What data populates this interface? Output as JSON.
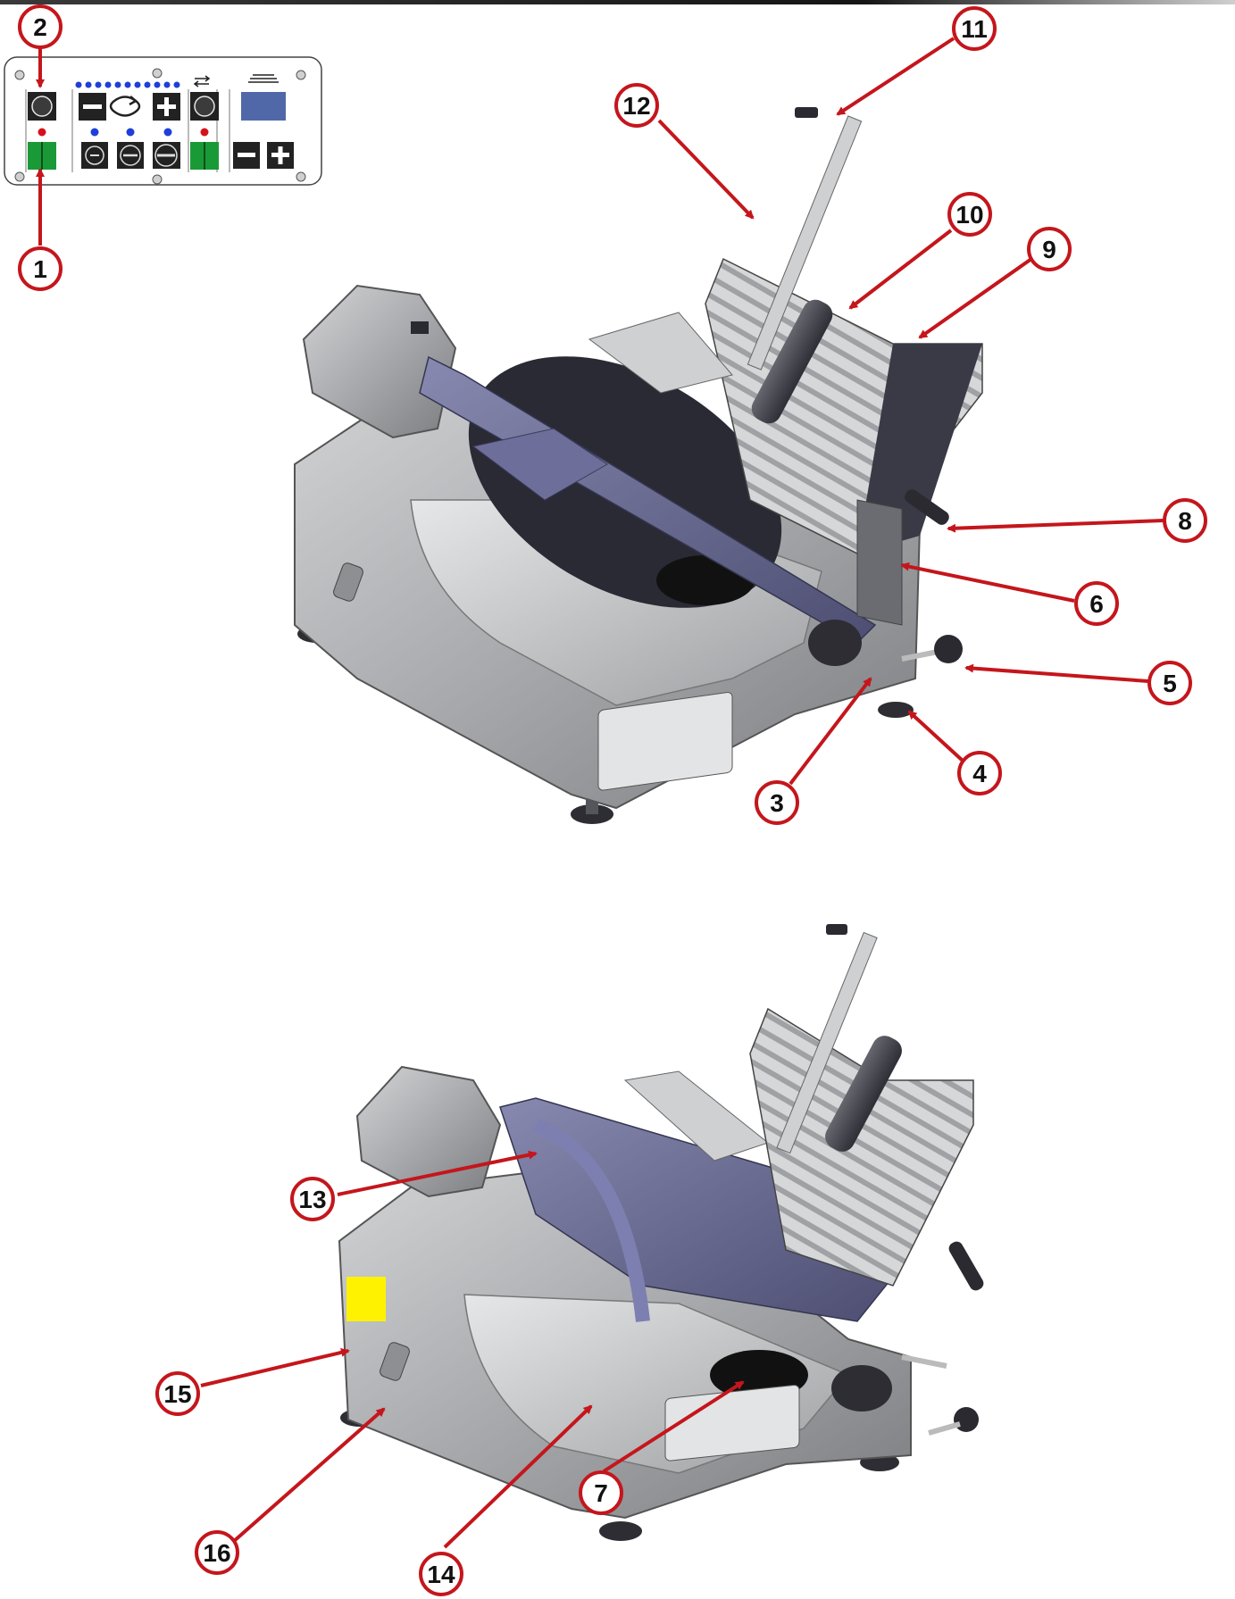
{
  "callout_labels": [
    "1",
    "2",
    "3",
    "4",
    "5",
    "6",
    "7",
    "8",
    "9",
    "10",
    "11",
    "12",
    "13",
    "14",
    "15",
    "16"
  ],
  "colors": {
    "callout_red": "#c4161c",
    "callout_fill": "#ffffff",
    "machine_gray": "#a7a9ac",
    "machine_dark": "#4b4b55",
    "carriage_blue": "#5e5f88",
    "button_black": "#222222",
    "button_green": "#1a9a37",
    "indicator_blue": "#1f3fd8",
    "indicator_red": "#d5121b",
    "display_blue": "#5168a8",
    "warning_yellow": "#fff200"
  },
  "icons": {
    "panel_power_button": "power-button-icon",
    "panel_start_button": "start-button-icon",
    "panel_minus": "minus-icon",
    "panel_plus": "plus-icon",
    "panel_cycle": "cycle-icon",
    "panel_stroke_short": "stroke-short-icon",
    "panel_stroke_medium": "stroke-medium-icon",
    "panel_stroke_long": "stroke-long-icon",
    "panel_arrows": "swap-arrows-icon",
    "panel_stack": "stack-icon"
  }
}
